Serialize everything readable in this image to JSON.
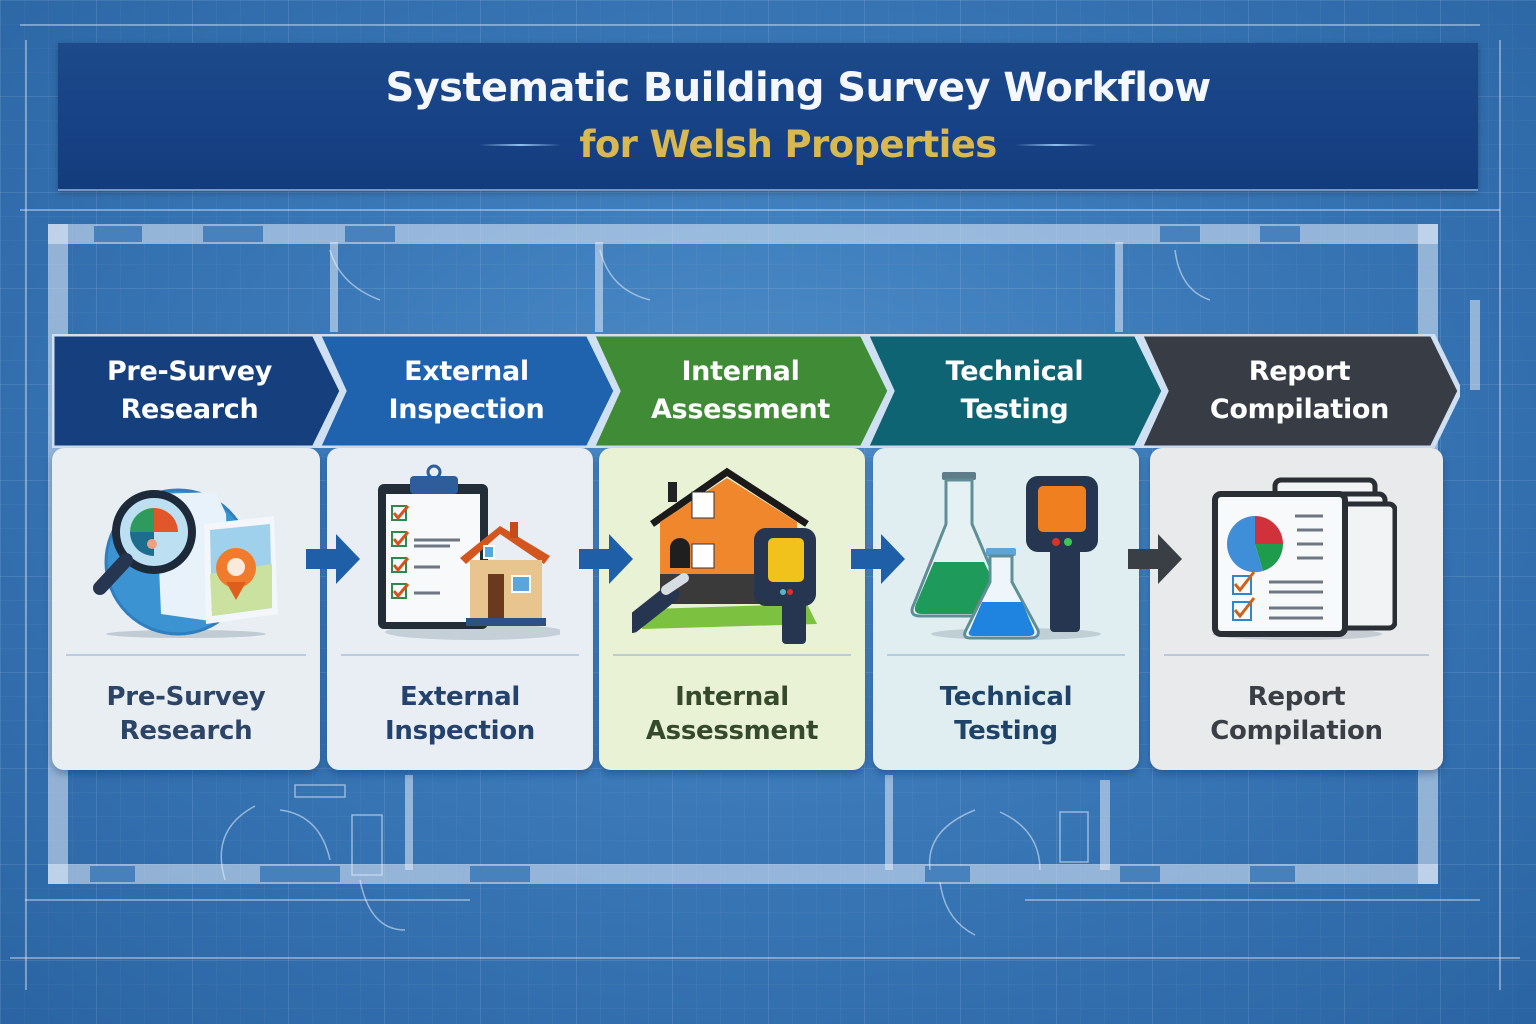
{
  "title": {
    "main": "Systematic Building Survey Workflow",
    "sub": "for Welsh Properties"
  },
  "colors": {
    "background": "#3a78b8",
    "banner": "#174286",
    "title_text": "#f4f7fb",
    "subtitle_text": "#d9b850"
  },
  "steps": [
    {
      "header": "Pre-Survey\nResearch",
      "label": "Pre-Survey\nResearch",
      "header_color": "#163f7d",
      "card_color": "#e9eef3",
      "label_color": "#2c4466",
      "icon": "magnifier-map-icon"
    },
    {
      "header": "External\nInspection",
      "label": "External\nInspection",
      "header_color": "#1f62ae",
      "card_color": "#e8eef4",
      "label_color": "#24426b",
      "icon": "clipboard-house-icon"
    },
    {
      "header": "Internal\nAssessment",
      "label": "Internal\nAssessment",
      "header_color": "#3f8b36",
      "card_color": "#eaf2d6",
      "label_color": "#354a2c",
      "icon": "house-thermal-camera-icon"
    },
    {
      "header": "Technical\nTesting",
      "label": "Technical\nTesting",
      "header_color": "#0f6474",
      "card_color": "#e0eef1",
      "label_color": "#1e4268",
      "icon": "flasks-meter-icon"
    },
    {
      "header": "Report\nCompilation",
      "label": "Report\nCompilation",
      "header_color": "#383d45",
      "card_color": "#e9eaeb",
      "label_color": "#3a3e45",
      "icon": "report-documents-icon"
    }
  ],
  "flow_arrows": [
    {
      "from": 1,
      "to": 2,
      "color": "#1f5fa8"
    },
    {
      "from": 2,
      "to": 3,
      "color": "#1f5fa8"
    },
    {
      "from": 3,
      "to": 4,
      "color": "#1f5fa8"
    },
    {
      "from": 4,
      "to": 5,
      "color": "#3a3e45"
    }
  ]
}
